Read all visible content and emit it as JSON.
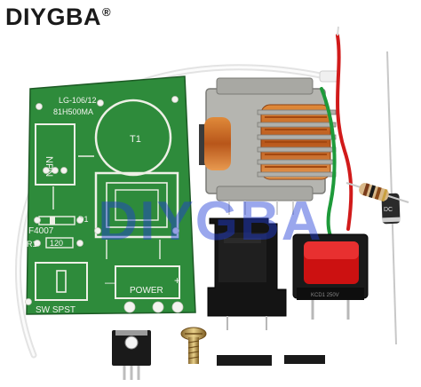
{
  "brand": {
    "name": "DIYGBA",
    "mark": "®"
  },
  "watermark": "DIYGBA",
  "pcb": {
    "model_line1": "LG-106/12",
    "model_line2": "81H500MA",
    "transformer_label": "T1",
    "transistor_label": "NPN",
    "diode_part": "F4007",
    "diode_ref": "D1",
    "resistor_ref": "R1",
    "resistor_value": "120",
    "switch_label": "SW SPST",
    "power_label": "POWER",
    "minus": "—",
    "plus": "+"
  },
  "diode_component_label": "DC",
  "colors": {
    "pcb": "#2f8a3a",
    "silkscreen": "#f2f2ee",
    "copper": "#c8621c",
    "heatsink": "#161616",
    "switch_red": "#d01010",
    "watermark": "#1f3bd6"
  }
}
